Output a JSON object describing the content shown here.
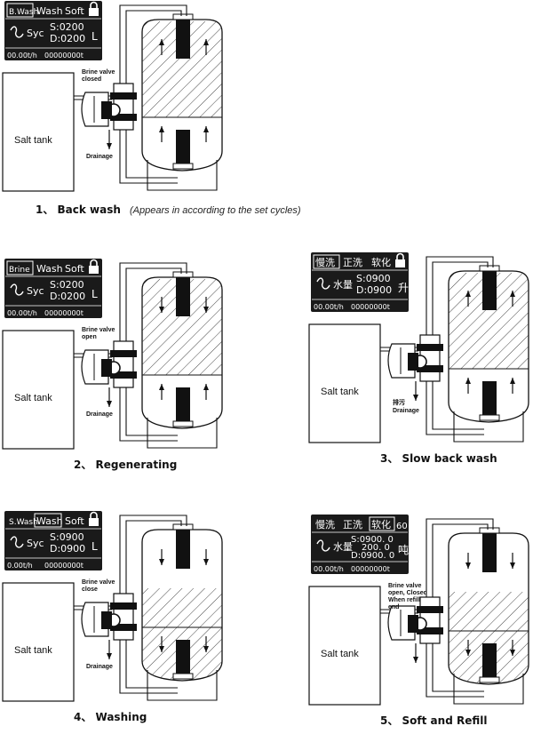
{
  "panels": [
    {
      "id": "back-wash",
      "lcd": {
        "mode_tabs": [
          "B.Wash",
          "Wash",
          "Soft"
        ],
        "active_tab": 0,
        "lock": true,
        "badge": "",
        "cycle_label": "Syc",
        "s_value": "S:0200",
        "d_value": "D:0200",
        "unit": "L",
        "flow": "00.00t/h",
        "total": "00000000t"
      },
      "valve_note": [
        "Brine valve",
        "closed"
      ],
      "drainage_label": [
        "Drainage"
      ],
      "salt_tank_label": "Salt tank",
      "caption": "1、 Back wash",
      "caption_note": "(Appears in according to the set cycles)",
      "hatch": "upper"
    },
    {
      "id": "regenerating",
      "lcd": {
        "mode_tabs": [
          "Brine",
          "Wash",
          "Soft"
        ],
        "active_tab": 0,
        "lock": true,
        "badge": "",
        "cycle_label": "Syc",
        "s_value": "S:0200",
        "d_value": "D:0200",
        "unit": "L",
        "flow": "00.00t/h",
        "total": "00000000t"
      },
      "valve_note": [
        "Brine valve",
        "open"
      ],
      "drainage_label": [
        "Drainage"
      ],
      "salt_tank_label": "Salt tank",
      "caption": "2、 Regenerating",
      "caption_note": "",
      "hatch": "upper"
    },
    {
      "id": "slow-back-wash",
      "lcd": {
        "mode_tabs": [
          "慢洗",
          "正洗",
          "软化"
        ],
        "active_tab": 0,
        "lock": true,
        "badge": "",
        "cycle_label": "水量",
        "s_value": "S:0900",
        "d_value": "D:0900",
        "unit": "升",
        "flow": "00.00t/h",
        "total": "00000000t"
      },
      "valve_note": [],
      "drainage_label": [
        "排污",
        "Drainage"
      ],
      "salt_tank_label": "Salt tank",
      "caption": "3、 Slow  back wash",
      "caption_note": "",
      "hatch": "upper"
    },
    {
      "id": "washing",
      "lcd": {
        "mode_tabs": [
          "S.Wash",
          "Wash",
          "Soft"
        ],
        "active_tab": 1,
        "lock": true,
        "badge": "",
        "cycle_label": "Syc",
        "s_value": "S:0900",
        "d_value": "D:0900",
        "unit": "L",
        "flow": "0.00t/h",
        "total": "00000000t"
      },
      "valve_note": [
        "Brine valve",
        "close"
      ],
      "drainage_label": [
        "Drainage"
      ],
      "salt_tank_label": "Salt tank",
      "caption": "4、 Washing",
      "caption_note": "",
      "hatch": "lower"
    },
    {
      "id": "soft-and-refill",
      "lcd": {
        "mode_tabs": [
          "慢洗",
          "正洗",
          "软化"
        ],
        "active_tab": 2,
        "lock": false,
        "badge": "60",
        "cycle_label": "水量",
        "s_value": "S:0900. 0",
        "mid_value": "200. 0",
        "d_value": "D:0900. 0",
        "unit": "吨",
        "flow": "00.00t/h",
        "total": "00000000t"
      },
      "valve_note": [
        "Brine valve",
        "open, Closed",
        "When refill",
        "end"
      ],
      "drainage_label": [],
      "salt_tank_label": "Salt tank",
      "caption": "5、 Soft and Refill",
      "caption_note": "",
      "hatch": "lower"
    }
  ]
}
